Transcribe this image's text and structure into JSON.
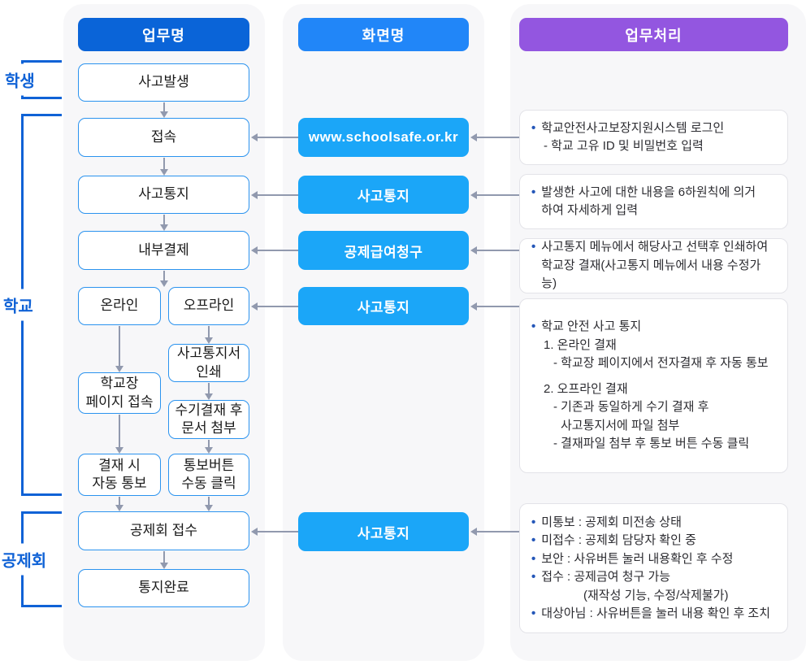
{
  "headers": {
    "tasks": "업무명",
    "screens": "화면명",
    "processing": "업무처리"
  },
  "brackets": {
    "student": "학생",
    "school": "학교",
    "association": "공제회"
  },
  "colors": {
    "tasks_header_bg": "#0a64d8",
    "screens_header_bg": "#2186f8",
    "processing_header_bg": "#9356e0",
    "screen_box_bg": "#1ba6f8",
    "flow_box_border": "#2b93ef",
    "bracket_blue": "#0f62d6",
    "arrow_gray": "#9199ae",
    "panel_bg": "#f7f7f9"
  },
  "flow": {
    "accident": "사고발생",
    "connect": "접속",
    "notice": "사고통지",
    "internal_approval": "내부결제",
    "online": "온라인",
    "offline": "오프라인",
    "print_notice_l1": "사고통지서",
    "print_notice_l2": "인쇄",
    "principal_page_l1": "학교장",
    "principal_page_l2": "페이지 접속",
    "manual_approval_l1": "수기결재 후",
    "manual_approval_l2": "문서 첨부",
    "auto_notify_l1": "결재 시",
    "auto_notify_l2": "자동 통보",
    "manual_click_l1": "통보버튼",
    "manual_click_l2": "수동 클릭",
    "association_receipt": "공제회 접수",
    "notice_complete": "통지완료"
  },
  "screens": {
    "website": "www.schoolsafe.or.kr",
    "accident_notice_1": "사고통지",
    "benefit_claim": "공제급여청구",
    "accident_notice_2": "사고통지",
    "accident_notice_3": "사고통지"
  },
  "info_login": {
    "line1": "학교안전사고보장지원시스템 로그인",
    "line2": "- 학교 고유 ID 및 비밀번호 입력"
  },
  "info_notice": {
    "line1": "발생한 사고에 대한 내용을 6하원칙에 의거",
    "line2": "하여 자세하게 입력"
  },
  "info_print": {
    "line1": "사고통지 메뉴에서 해당사고 선택후 인쇄하여",
    "line2": "학교장 결재(사고통지 메뉴에서 내용 수정가능)"
  },
  "info_approval": {
    "title": "학교 안전 사고 통지",
    "item1": "1. 온라인 결재",
    "item1_sub1": "- 학교장 페이지에서 전자결재 후 자동 통보",
    "item2": "2. 오프라인 결재",
    "item2_sub1": "- 기존과 동일하게 수기 결재 후",
    "item2_sub1b": "사고통지서에 파일 첨부",
    "item2_sub2": "- 결재파일 첨부 후 통보 버튼 수동 클릭"
  },
  "info_status": {
    "line1": "미통보 : 공제회 미전송 상태",
    "line2": "미접수 : 공제회 담당자 확인 중",
    "line3": "보안 : 사유버튼 눌러 내용확인 후 수정",
    "line4": "접수 : 공제금여 청구 가능",
    "line4b": "(재작성 기능, 수정/삭제불가)",
    "line5": "대상아님 : 사유버튼을 눌러 내용 확인 후 조치"
  }
}
